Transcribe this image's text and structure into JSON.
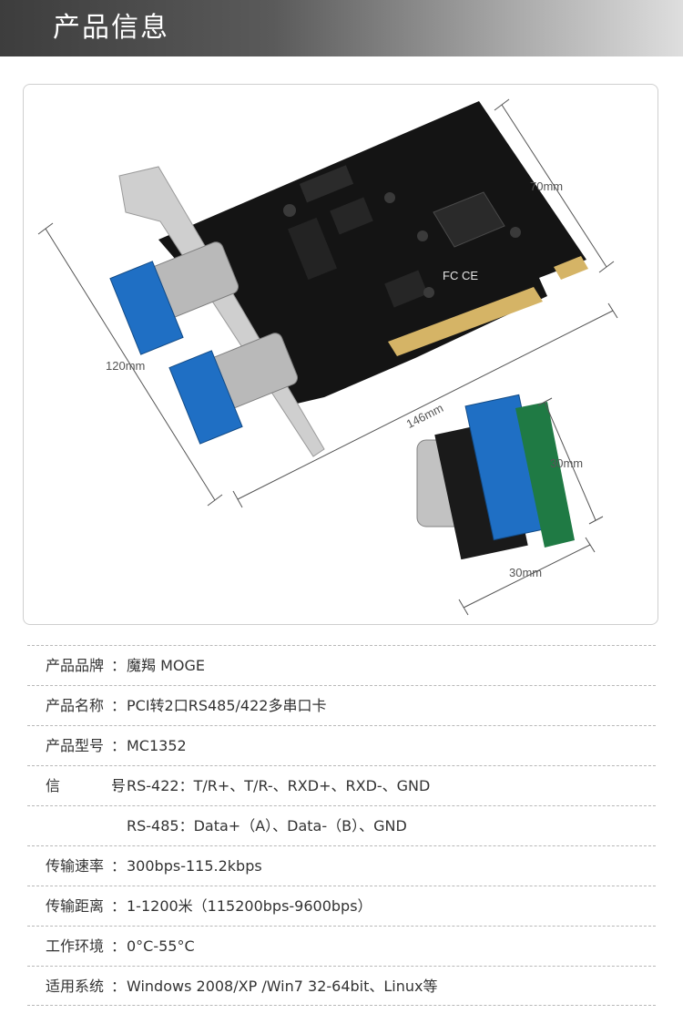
{
  "header": {
    "title": "产品信息"
  },
  "dimensions": {
    "card_height": "70mm",
    "card_width": "146mm",
    "bracket_height": "120mm",
    "terminal_height": "30mm",
    "terminal_width": "30mm"
  },
  "specs": {
    "brand": {
      "label": "产品品牌",
      "value": "魔羯 MOGE"
    },
    "name": {
      "label": "产品名称",
      "value": "PCI转2口RS485/422多串口卡"
    },
    "model": {
      "label": "产品型号",
      "value": "MC1352"
    },
    "signal": {
      "label_left": "信",
      "label_right": "号",
      "rs422": "RS-422：T/R+、T/R-、RXD+、RXD-、GND",
      "rs485": "RS-485：Data+（A）、Data-（B）、GND"
    },
    "speed": {
      "label": "传输速率",
      "value": "300bps-115.2kbps"
    },
    "distance": {
      "label": "传输距离",
      "value": "1-1200米（115200bps-9600bps）"
    },
    "env": {
      "label": "工作环境",
      "value": "0°C-55°C"
    },
    "os": {
      "label": "适用系统",
      "value": "Windows 2008/XP /Win7 32-64bit、Linux等"
    }
  }
}
